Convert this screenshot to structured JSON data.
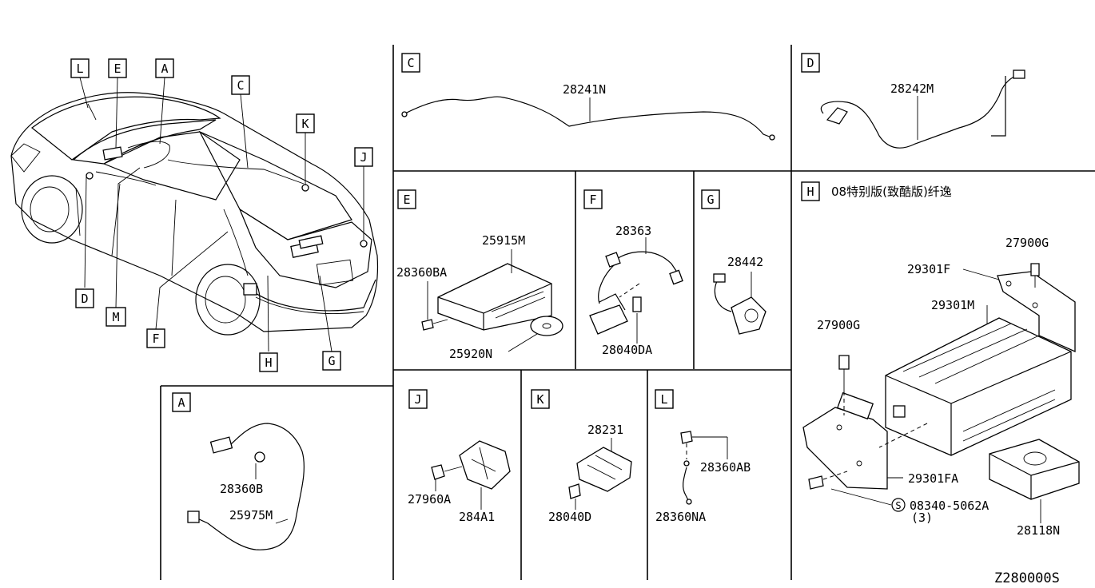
{
  "overview_callouts": {
    "L": "L",
    "E": "E",
    "A": "A",
    "C": "C",
    "K": "K",
    "J": "J",
    "D": "D",
    "M": "M",
    "F": "F",
    "H": "H",
    "G": "G"
  },
  "sections": {
    "C": {
      "letter": "C",
      "parts": [
        "28241N"
      ]
    },
    "D": {
      "letter": "D",
      "parts": [
        "28242M"
      ]
    },
    "E": {
      "letter": "E",
      "parts": [
        "25915M",
        "28360BA",
        "25920N"
      ]
    },
    "F": {
      "letter": "F",
      "parts": [
        "28363",
        "28040DA"
      ]
    },
    "G": {
      "letter": "G",
      "parts": [
        "28442"
      ]
    },
    "H": {
      "letter": "H",
      "title": "08特别版(致酷版)纤逸",
      "parts": [
        "27900G",
        "29301F",
        "29301M",
        "27900G",
        "29301FA",
        "08340-5062A",
        "(3)",
        "28118N"
      ],
      "bolt_symbol": "S"
    },
    "A": {
      "letter": "A",
      "parts": [
        "28360B",
        "25975M"
      ]
    },
    "J": {
      "letter": "J",
      "parts": [
        "27960A",
        "284A1"
      ]
    },
    "K": {
      "letter": "K",
      "parts": [
        "28231",
        "28040D"
      ]
    },
    "L": {
      "letter": "L",
      "parts": [
        "28360AB",
        "28360NA"
      ]
    }
  },
  "diagram_code": "Z280000S"
}
